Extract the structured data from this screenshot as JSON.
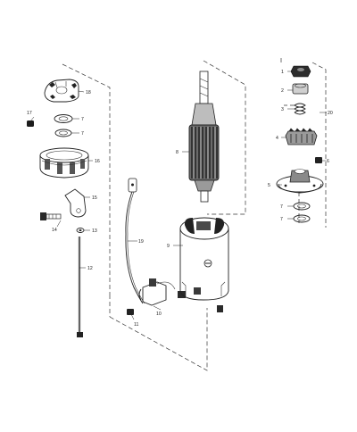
{
  "callouts": [
    {
      "id": "c1",
      "label": "1"
    },
    {
      "id": "c2",
      "label": "2"
    },
    {
      "id": "c3",
      "label": "3"
    },
    {
      "id": "c4",
      "label": "4"
    },
    {
      "id": "c5",
      "label": "5"
    },
    {
      "id": "c6",
      "label": "6"
    },
    {
      "id": "c7a",
      "label": "7"
    },
    {
      "id": "c7b",
      "label": "7"
    },
    {
      "id": "c7c",
      "label": "7"
    },
    {
      "id": "c7d",
      "label": "7"
    },
    {
      "id": "c8",
      "label": "8"
    },
    {
      "id": "c9",
      "label": "9"
    },
    {
      "id": "c10",
      "label": "10"
    },
    {
      "id": "c11",
      "label": "11"
    },
    {
      "id": "c12",
      "label": "12"
    },
    {
      "id": "c13",
      "label": "13"
    },
    {
      "id": "c14",
      "label": "14"
    },
    {
      "id": "c15",
      "label": "15"
    },
    {
      "id": "c16",
      "label": "16"
    },
    {
      "id": "c17",
      "label": "17"
    },
    {
      "id": "c18",
      "label": "18"
    },
    {
      "id": "c19",
      "label": "19"
    },
    {
      "id": "c20",
      "label": "20"
    }
  ]
}
